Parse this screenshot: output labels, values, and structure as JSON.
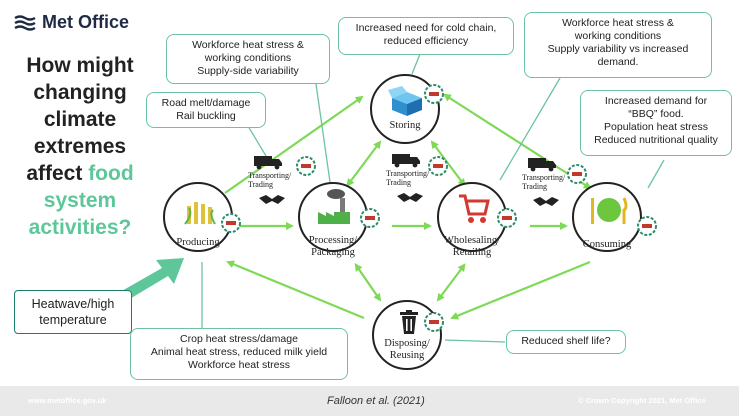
{
  "header": {
    "logo_text": "Met Office"
  },
  "question": {
    "line1": "How might",
    "line2": "changing",
    "line3": "climate",
    "line4": "extremes",
    "line5": "affect",
    "accent1": "food",
    "accent2": "system",
    "accent3": "activities?"
  },
  "driver": {
    "line1": "Heatwave/high",
    "line2": "temperature"
  },
  "nodes": {
    "producing": "Producing",
    "processing_1": "Processing/",
    "processing_2": "Packaging",
    "storing": "Storing",
    "wholesaling_1": "Wholesaling/",
    "wholesaling_2": "Retailing",
    "consuming": "Consuming",
    "disposing_1": "Disposing/",
    "disposing_2": "Reusing"
  },
  "transport": {
    "line1": "Transporting/",
    "line2": "Trading"
  },
  "callouts": {
    "road": {
      "l1": "Road melt/damage",
      "l2": "Rail buckling"
    },
    "workforce_left": {
      "l1": "Workforce heat stress &",
      "l2": "working conditions",
      "l3": "Supply-side variability"
    },
    "cold_chain": {
      "l1": "Increased need for cold chain,",
      "l2": "reduced efficiency"
    },
    "workforce_right": {
      "l1": "Workforce heat stress &",
      "l2": "working conditions",
      "l3": "Supply variability vs increased",
      "l4": "demand."
    },
    "bbq": {
      "l1": "Increased demand for",
      "l2": "“BBQ” food.",
      "l3": "Population heat stress",
      "l4": "Reduced nutritional quality"
    },
    "crop": {
      "l1": "Crop heat stress/damage",
      "l2": "Animal heat stress, reduced milk yield",
      "l3": "Workforce heat stress"
    },
    "shelf": {
      "l1": "Reduced shelf life?"
    }
  },
  "footer": {
    "left": "www.metoffice.gov.uk",
    "center": "Falloon et al. (2021)",
    "right": "© Crown Copyright 2021, Met Office"
  },
  "colors": {
    "arrow": "#7ed957",
    "callout_border": "#6cc3a0",
    "accent": "#5ec79a",
    "badge_fill": "#2e8b6a",
    "minus": "#c0392b"
  },
  "icons": [
    "met-office-logo-icon",
    "crop-icon",
    "factory-icon",
    "box-icon",
    "cart-icon",
    "plate-icon",
    "bin-icon",
    "truck-icon",
    "handshake-icon",
    "minus-badge-icon",
    "big-arrow-icon"
  ]
}
